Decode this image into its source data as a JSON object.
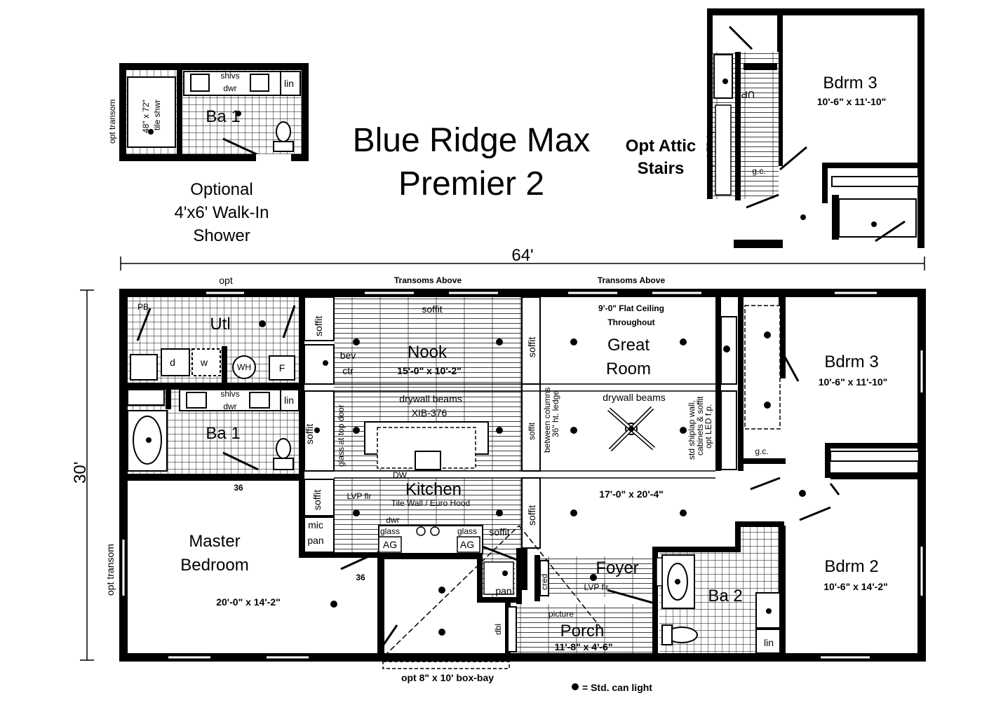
{
  "title": {
    "line1": "Blue Ridge Max",
    "line2": "Premier 2"
  },
  "insets": {
    "shower": {
      "line1": "Optional",
      "line2": "4'x6' Walk-In",
      "line3": "Shower",
      "room": "Ba 1",
      "tile_shwr_1": "48\" x 72\"",
      "tile_shwr_2": "tile shwr",
      "shelves": "shlvs",
      "drawer": "dwr",
      "linen": "lin",
      "transom": "opt transom"
    },
    "attic": {
      "line1": "Opt Attic",
      "line2": "Stairs",
      "room": "Bdrm 3",
      "dim": "10'-6\" x 11'-10\"",
      "gc": "g.c.",
      "up": "UP",
      "note": "opt LED f.p."
    }
  },
  "overall": {
    "width": "64'",
    "depth": "30'"
  },
  "notes": {
    "transoms_left": "Transoms Above",
    "transoms_right": "Transoms Above",
    "opt_top": "opt",
    "opt_transom_left": "opt transom",
    "box_bay": "opt 8\" x 10' box-bay",
    "legend": "= Std. can light"
  },
  "rooms": {
    "utl": {
      "name": "Utl",
      "pb": "PB",
      "d": "d",
      "w": "w",
      "wh": "WH",
      "f": "F"
    },
    "ba1": {
      "name": "Ba 1",
      "shelves": "shlvs",
      "drawer": "dwr",
      "linen": "lin"
    },
    "nook": {
      "name": "Nook",
      "dim": "15'-0\" x 10'-2\"",
      "soffit": "soffit",
      "bev": "bev",
      "ctr": "ctr"
    },
    "great_room": {
      "line1": "Great",
      "line2": "Room",
      "ceiling1": "9'-0\" Flat Ceiling",
      "ceiling2": "Throughout",
      "soffit": "soffit"
    },
    "center": {
      "beams_left": "drywall beams",
      "xib": "XIB-376",
      "beams_right": "drywall beams",
      "glass_door": "glass at top door",
      "soffit": "soffit",
      "between_columns": "between columns",
      "ledge": "36\" ht. ledge",
      "shiplap1": "std shiplap wall,",
      "shiplap2": "cabinets & soffit",
      "shiplap3": "opt LED f.p.",
      "dim": "17'-0\" x 20'-4\""
    },
    "kitchen": {
      "name": "Kitchen",
      "lvp": "LVP flr",
      "tile": "Tile Wall / Euro Hood",
      "dw": "DW",
      "drawer": "dwr",
      "glass1": "glass",
      "glass2": "glass",
      "ag1": "AG",
      "ag2": "AG",
      "soffit": "soffit",
      "soffit2": "soffit",
      "mic": "mic",
      "pan": "pan",
      "pantry": "pan"
    },
    "master": {
      "line1": "Master",
      "line2": "Bedroom",
      "dim": "20'-0\" x 14'-2\"",
      "d36a": "36",
      "d36b": "36"
    },
    "bdrm3": {
      "name": "Bdrm 3",
      "dim": "10'-6\" x 11'-10\"",
      "gc": "g.c."
    },
    "bdrm2": {
      "name": "Bdrm 2",
      "dim": "10'-6\" x 14'-2\""
    },
    "foyer": {
      "name": "Foyer",
      "lvp": "LVP flr",
      "cred": "cred"
    },
    "porch": {
      "name": "Porch",
      "dim": "11'-8\" x 4'-6\"",
      "picture": "picture",
      "dbl": "dbl"
    },
    "ba2": {
      "name": "Ba 2",
      "linen": "lin"
    }
  }
}
